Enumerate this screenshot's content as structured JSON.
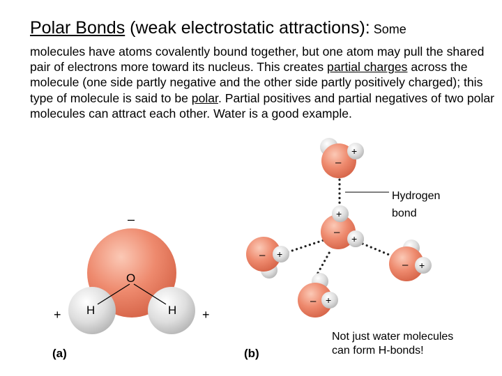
{
  "title": {
    "link_text": "Polar Bonds",
    "rest": " (weak electrostatic attractions):",
    "tail": " Some"
  },
  "body": {
    "part1": "molecules have atoms covalently bound together, but one atom may pull the shared pair of electrons more toward its nucleus.  This creates ",
    "u1": "partial charges",
    "part2": " across the molecule (one side partly negative and the other side partly positively charged); this type of molecule is said to be ",
    "u2": "polar",
    "part3": ". Partial positives and partial negatives of two polar molecules can attract each other.  Water is a good example."
  },
  "figure_a": {
    "label": "(a)",
    "oxygen": "O",
    "hydrogen_left": "H",
    "hydrogen_right": "H",
    "minus": "–",
    "plus_left": "+",
    "plus_right": "+"
  },
  "figure_b": {
    "label": "(b)",
    "callout_line1": "Hydrogen",
    "callout_line2": "bond",
    "minus": "–",
    "plus": "+"
  },
  "note": {
    "line1": "Not just water molecules",
    "line2": "can form H-bonds!"
  },
  "colors": {
    "oxygen": "#ee8a6e",
    "hydrogen": "#dcdcdc",
    "bond_dots": "#222222"
  }
}
